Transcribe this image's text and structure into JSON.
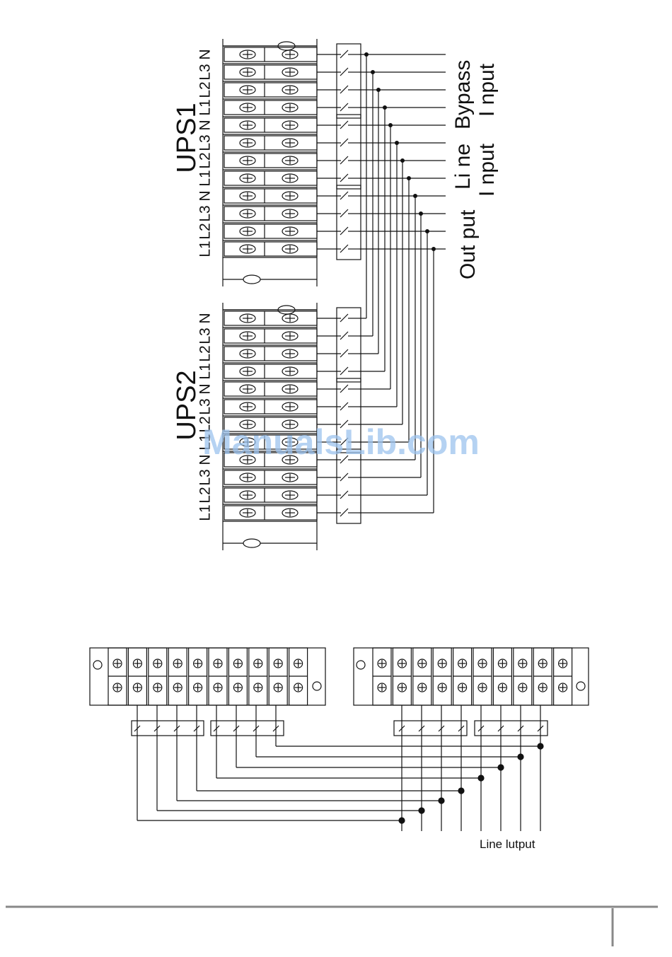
{
  "ups1": {
    "title": "UPS1",
    "phase_labels": [
      "N",
      "L3",
      "L2",
      "L1",
      "N",
      "L3",
      "L2",
      "L1",
      "N",
      "L3",
      "L2",
      "L1"
    ]
  },
  "ups2": {
    "title": "UPS2",
    "phase_labels": [
      "N",
      "L3",
      "L2",
      "L1",
      "N",
      "L3",
      "L2",
      "L1",
      "N",
      "L3",
      "L2",
      "L1"
    ]
  },
  "line_labels": {
    "bypass": "Bypass",
    "line": "Li ne",
    "input_upper": "I nput",
    "input_lower": "I nput",
    "output": "Out put"
  },
  "bottom_label": "Line lutput",
  "watermark": "ManualsLib.com",
  "colors": {
    "line": "#111111",
    "watermark": "#9cc3ee",
    "footer_rule": "#888888"
  }
}
